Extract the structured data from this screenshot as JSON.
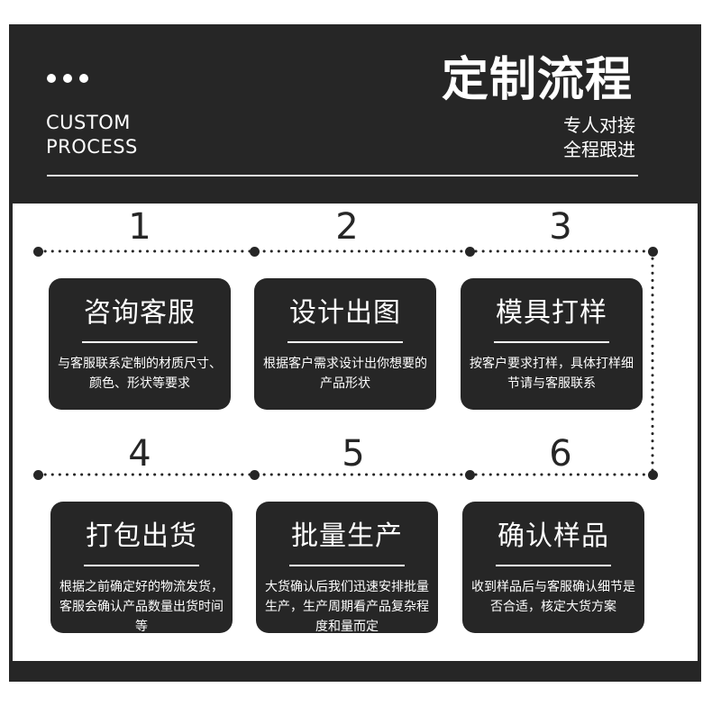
{
  "header": {
    "dots": [
      "dot",
      "dot",
      "dot"
    ],
    "eng_title_line1": "CUSTOM",
    "eng_title_line2": "PROCESS",
    "title": "定制流程",
    "subtitle_line1": "专人对接",
    "subtitle_line2": "全程跟进"
  },
  "steps": [
    {
      "num": "1",
      "title": "咨询客服",
      "desc": "与客服联系定制的材质尺寸、颜色、形状等要求"
    },
    {
      "num": "2",
      "title": "设计出图",
      "desc": "根据客户需求设计出你想要的产品形状"
    },
    {
      "num": "3",
      "title": "模具打样",
      "desc": "按客户要求打样，具体打样细节请与客服联系"
    },
    {
      "num": "4",
      "title": "打包出货",
      "desc": "根据之前确定好的物流发货，客服会确认产品数量出货时间等"
    },
    {
      "num": "5",
      "title": "批量生产",
      "desc": "大货确认后我们迅速安排批量生产，生产周期看产品复杂程度和量而定"
    },
    {
      "num": "6",
      "title": "确认样品",
      "desc": "收到样品后与客服确认细节是否合适，核定大货方案"
    }
  ],
  "colors": {
    "dark": "#262626",
    "light": "#ffffff"
  }
}
